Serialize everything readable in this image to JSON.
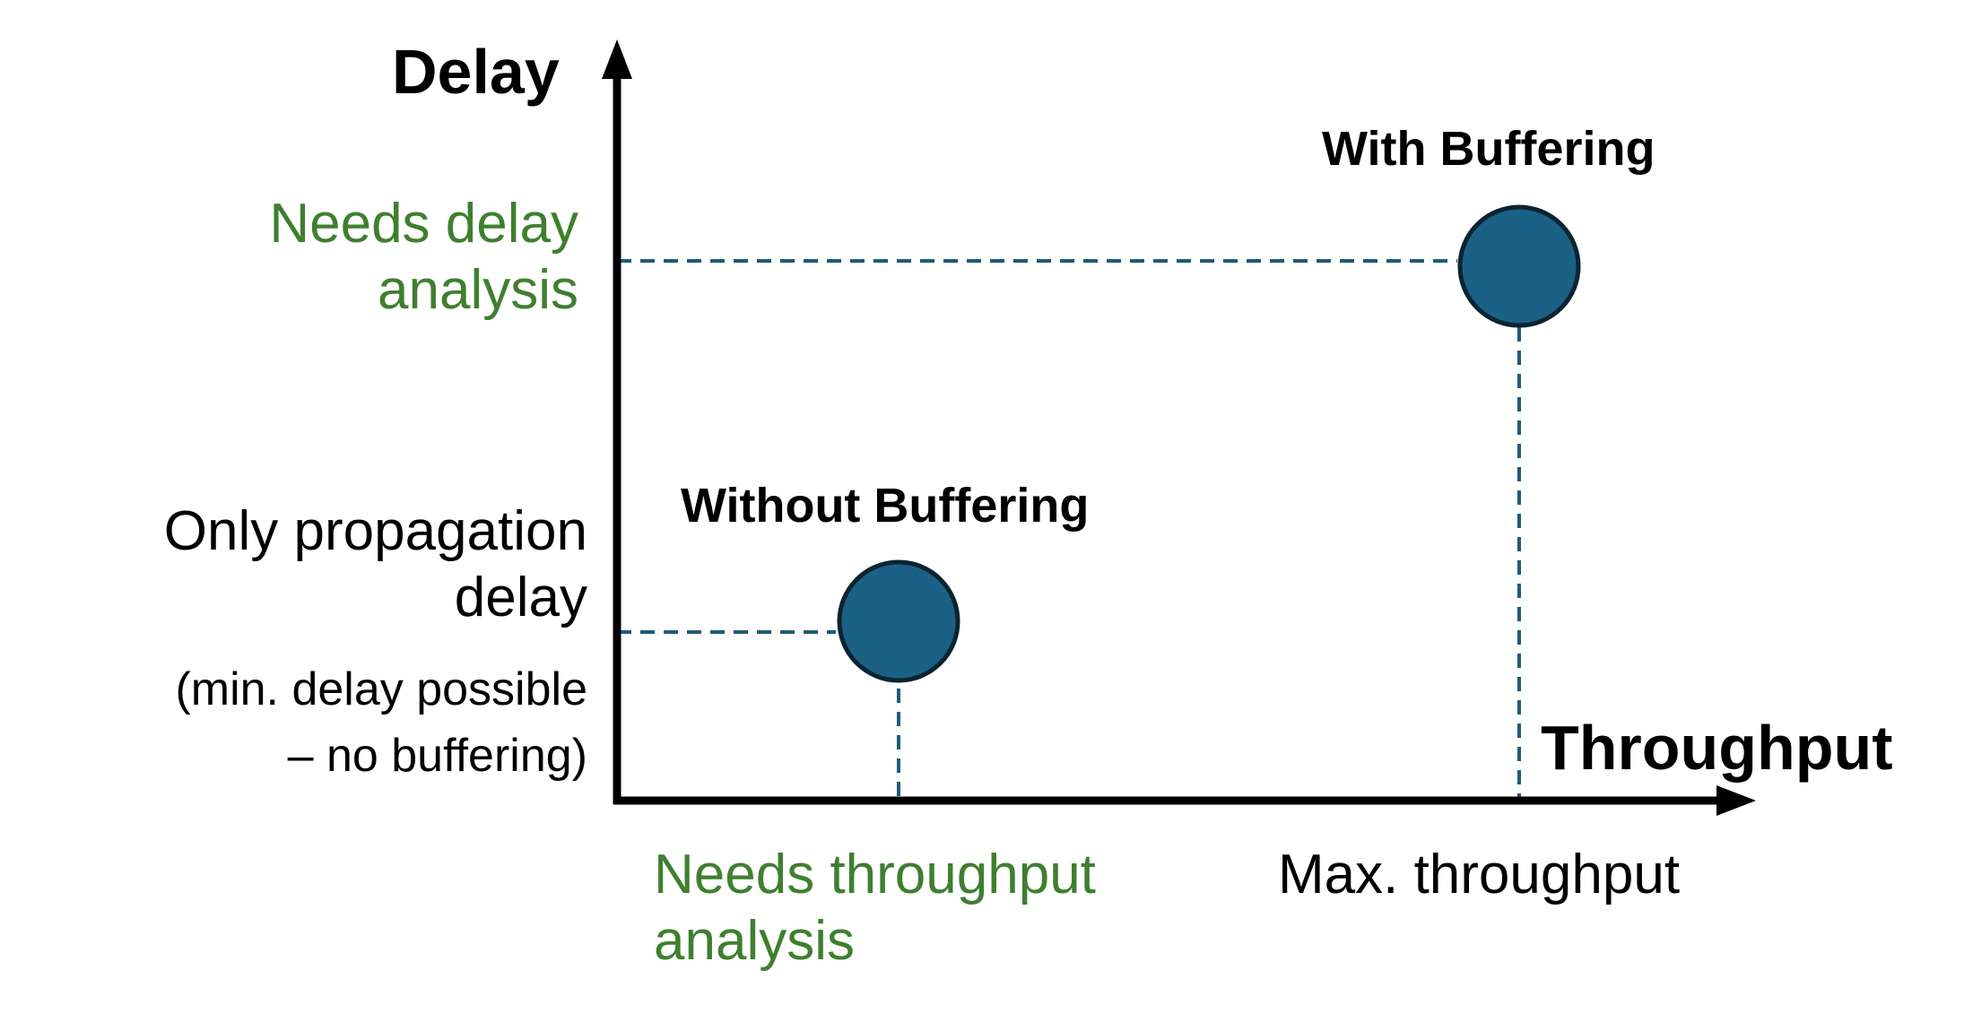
{
  "axes": {
    "y_label": "Delay",
    "x_label": "Throughput"
  },
  "y_annotations": {
    "high": [
      "Needs delay",
      "analysis"
    ],
    "low": [
      "Only propagation",
      "delay"
    ],
    "low_note": [
      "(min. delay possible",
      "– no buffering)"
    ]
  },
  "x_annotations": {
    "low": [
      "Needs throughput",
      "analysis"
    ],
    "high": "Max. throughput"
  },
  "points": [
    {
      "label": "Without Buffering"
    },
    {
      "label": "With Buffering"
    }
  ],
  "colors": {
    "axis": "#000000",
    "marker_fill": "#1a6185",
    "marker_stroke": "#0c2330",
    "guide": "#1f5b78",
    "accent_text": "#3f7f2f",
    "text": "#000000"
  }
}
